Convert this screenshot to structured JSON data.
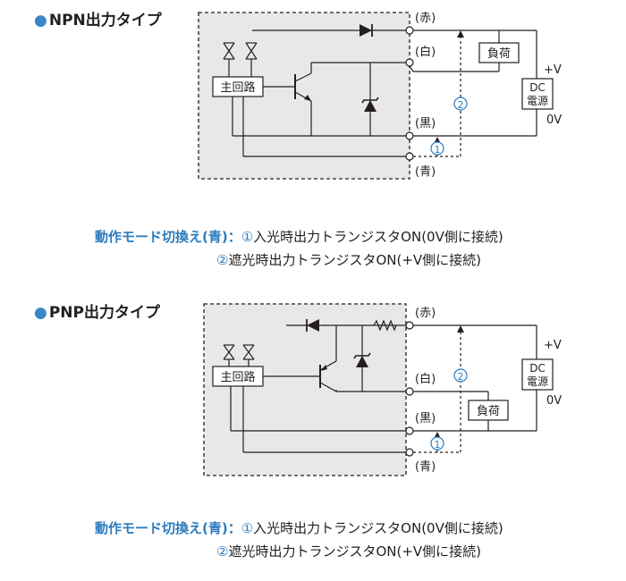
{
  "npn": {
    "title": "NPN出力タイプ",
    "main_circuit": "主回路",
    "wire_labels": [
      "(赤)",
      "(白)",
      "(黒)",
      "(青)"
    ],
    "load": "負荷",
    "dc_top": "DC",
    "dc_bottom": "電源",
    "plus_v": "+V",
    "zero_v": "0V",
    "marker1": "①",
    "marker2": "②"
  },
  "pnp": {
    "title": "PNP出力タイプ",
    "main_circuit": "主回路",
    "wire_labels": [
      "(赤)",
      "(白)",
      "(黒)",
      "(青)"
    ],
    "load": "負荷",
    "dc_top": "DC",
    "dc_bottom": "電源",
    "plus_v": "+V",
    "zero_v": "0V",
    "marker1": "①",
    "marker2": "②"
  },
  "mode1": {
    "label": "動作モード切換え(青)：",
    "item1_num": "①",
    "item1_text": "入光時出力トランジスタON(0V側に接続)",
    "item2_num": "②",
    "item2_text": "遮光時出力トランジスタON(+V側に接続)"
  },
  "mode2": {
    "label": "動作モード切換え(青)：",
    "item1_num": "①",
    "item1_text": "入光時出力トランジスタON(0V側に接続)",
    "item2_num": "②",
    "item2_text": "遮光時出力トランジスタON(+V側に接続)"
  },
  "colors": {
    "accent": "#2b7bbf",
    "panel": "#e9e8e7",
    "line": "#231f20"
  }
}
